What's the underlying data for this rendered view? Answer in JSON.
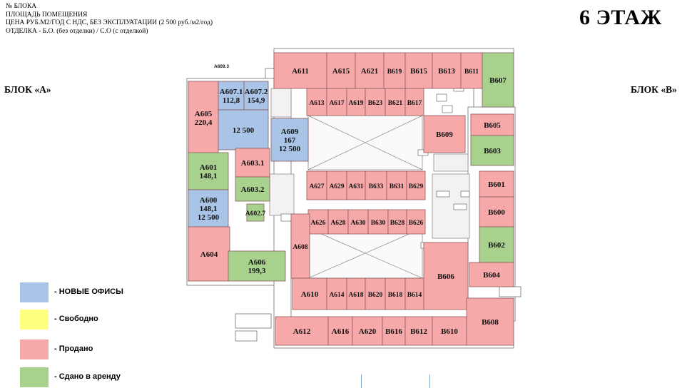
{
  "header": {
    "line1": "№ БЛОКА",
    "line2": "ПЛОЩАДЬ ПОМЕЩЕНИЯ",
    "line3": "ЦЕНА РУБ.М2/ГОД С НДС, БЕЗ ЭКСПЛУАТАЦИИ (2 500 руб./м2/год)",
    "line4": "ОТДЕЛКА - Б.О. (без отделки) / С.О (с отделкой)"
  },
  "floor_title": "6 ЭТАЖ",
  "block_a": "БЛОК «А»",
  "block_b": "БЛОК «В»",
  "colors": {
    "new_office": "#a9c4e6",
    "free": "#ffff80",
    "sold": "#f7a9a9",
    "leased": "#a9d18e",
    "wall": "#8c8c8c"
  },
  "legend": [
    {
      "status": "new_office",
      "label": "- НОВЫЕ ОФИСЫ"
    },
    {
      "status": "free",
      "label": "- Свободно"
    },
    {
      "status": "sold",
      "label": "- Продано"
    },
    {
      "status": "leased",
      "label": "- Сдано в аренду"
    }
  ],
  "misc_labels": {
    "a6093": "А609.3",
    "a6027": "А602.7",
    "a6031_label": "А603.1",
    "a6032_label": "А603.2"
  },
  "rooms": [
    {
      "id": "A611",
      "status": "sold",
      "lines": [
        "А611"
      ]
    },
    {
      "id": "A615",
      "status": "sold",
      "lines": [
        "А615"
      ]
    },
    {
      "id": "A621",
      "status": "sold",
      "lines": [
        "А621"
      ]
    },
    {
      "id": "B619t",
      "status": "sold",
      "lines": [
        "В619"
      ]
    },
    {
      "id": "B615t",
      "status": "sold",
      "lines": [
        "В615"
      ]
    },
    {
      "id": "B613",
      "status": "sold",
      "lines": [
        "В613"
      ]
    },
    {
      "id": "B611",
      "status": "sold",
      "lines": [
        "В611"
      ]
    },
    {
      "id": "B607",
      "status": "leased",
      "lines": [
        "В607"
      ]
    },
    {
      "id": "A605",
      "status": "sold",
      "lines": [
        "А605",
        "220,4"
      ]
    },
    {
      "id": "A6071",
      "status": "new_office",
      "lines": [
        "А607.1",
        "112,8"
      ]
    },
    {
      "id": "A6072",
      "status": "new_office",
      "lines": [
        "А607.2",
        "154,9"
      ]
    },
    {
      "id": "A6071p",
      "status": "new_office",
      "lines": [
        "12 500"
      ]
    },
    {
      "id": "A613",
      "status": "sold",
      "lines": [
        "А613"
      ]
    },
    {
      "id": "A617",
      "status": "sold",
      "lines": [
        "А617"
      ]
    },
    {
      "id": "A619",
      "status": "sold",
      "lines": [
        "А619"
      ]
    },
    {
      "id": "B623",
      "status": "sold",
      "lines": [
        "В623"
      ]
    },
    {
      "id": "B621",
      "status": "sold",
      "lines": [
        "В621"
      ]
    },
    {
      "id": "B617",
      "status": "sold",
      "lines": [
        "В617"
      ]
    },
    {
      "id": "A609",
      "status": "new_office",
      "lines": [
        "А609",
        "167",
        "12 500"
      ]
    },
    {
      "id": "B609",
      "status": "sold",
      "lines": [
        "В609"
      ]
    },
    {
      "id": "B605",
      "status": "sold",
      "lines": [
        "В605"
      ]
    },
    {
      "id": "B603",
      "status": "leased",
      "lines": [
        "В603"
      ]
    },
    {
      "id": "A601",
      "status": "leased",
      "lines": [
        "А601",
        "148,1"
      ]
    },
    {
      "id": "A6031",
      "status": "sold",
      "lines": [
        "А603.1"
      ]
    },
    {
      "id": "A6032",
      "status": "leased",
      "lines": [
        "А603.2"
      ]
    },
    {
      "id": "A627",
      "status": "sold",
      "lines": [
        "А627"
      ]
    },
    {
      "id": "A629",
      "status": "sold",
      "lines": [
        "А629"
      ]
    },
    {
      "id": "A631",
      "status": "sold",
      "lines": [
        "А631"
      ]
    },
    {
      "id": "B633",
      "status": "sold",
      "lines": [
        "В633"
      ]
    },
    {
      "id": "B631",
      "status": "sold",
      "lines": [
        "В631"
      ]
    },
    {
      "id": "B629",
      "status": "sold",
      "lines": [
        "В629"
      ]
    },
    {
      "id": "B601",
      "status": "sold",
      "lines": [
        "В601"
      ]
    },
    {
      "id": "A600",
      "status": "new_office",
      "lines": [
        "А600",
        "148,1",
        "12 500"
      ]
    },
    {
      "id": "A6027",
      "status": "leased",
      "lines": [
        "А602.7"
      ]
    },
    {
      "id": "A626",
      "status": "sold",
      "lines": [
        "А626"
      ]
    },
    {
      "id": "A628",
      "status": "sold",
      "lines": [
        "А628"
      ]
    },
    {
      "id": "A630",
      "status": "sold",
      "lines": [
        "А630"
      ]
    },
    {
      "id": "B630",
      "status": "sold",
      "lines": [
        "В630"
      ]
    },
    {
      "id": "B628",
      "status": "sold",
      "lines": [
        "В628"
      ]
    },
    {
      "id": "B626",
      "status": "sold",
      "lines": [
        "В626"
      ]
    },
    {
      "id": "B600",
      "status": "sold",
      "lines": [
        "В600"
      ]
    },
    {
      "id": "A604",
      "status": "sold",
      "lines": [
        "А604"
      ]
    },
    {
      "id": "A608",
      "status": "sold",
      "lines": [
        "А608"
      ]
    },
    {
      "id": "A606",
      "status": "leased",
      "lines": [
        "А606",
        "199,3"
      ]
    },
    {
      "id": "B602",
      "status": "leased",
      "lines": [
        "В602"
      ]
    },
    {
      "id": "B604",
      "status": "sold",
      "lines": [
        "В604"
      ]
    },
    {
      "id": "A610",
      "status": "sold",
      "lines": [
        "А610"
      ]
    },
    {
      "id": "A614",
      "status": "sold",
      "lines": [
        "А614"
      ]
    },
    {
      "id": "A618",
      "status": "sold",
      "lines": [
        "А618"
      ]
    },
    {
      "id": "B620",
      "status": "sold",
      "lines": [
        "В620"
      ]
    },
    {
      "id": "B618",
      "status": "sold",
      "lines": [
        "В618"
      ]
    },
    {
      "id": "B614",
      "status": "sold",
      "lines": [
        "В614"
      ]
    },
    {
      "id": "B606",
      "status": "sold",
      "lines": [
        "В606"
      ]
    },
    {
      "id": "A612",
      "status": "sold",
      "lines": [
        "А612"
      ]
    },
    {
      "id": "A616",
      "status": "sold",
      "lines": [
        "А616"
      ]
    },
    {
      "id": "A620",
      "status": "sold",
      "lines": [
        "А620"
      ]
    },
    {
      "id": "B616",
      "status": "sold",
      "lines": [
        "В616"
      ]
    },
    {
      "id": "B612",
      "status": "sold",
      "lines": [
        "В612"
      ]
    },
    {
      "id": "B610",
      "status": "sold",
      "lines": [
        "В610"
      ]
    },
    {
      "id": "B608",
      "status": "sold",
      "lines": [
        "В608"
      ]
    }
  ]
}
